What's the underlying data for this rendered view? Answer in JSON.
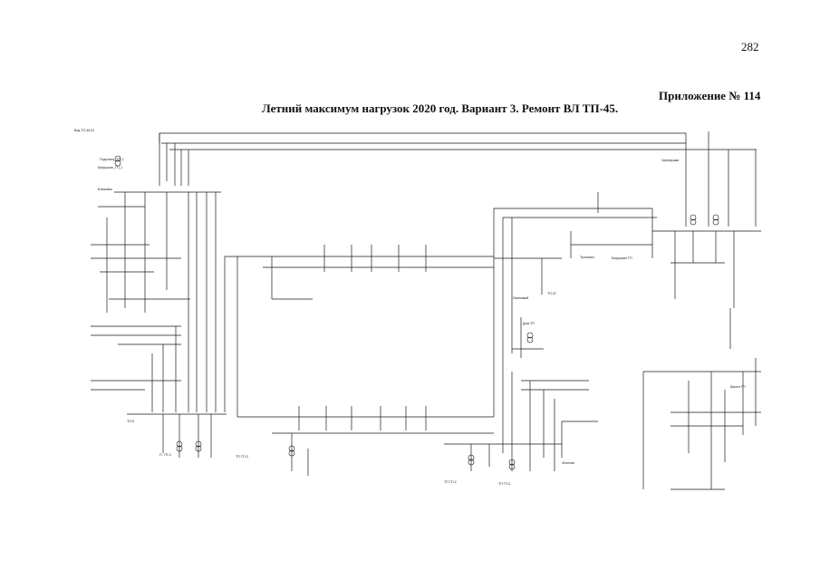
{
  "page": {
    "number": "282",
    "appendix": "Приложение № 114",
    "title": "Летний максимум нагрузок 2020 год. Вариант 3. Ремонт ВЛ ТП-45."
  },
  "diagram": {
    "line_color": "#1a1a1a",
    "labels": {
      "top_left": "Вхд ТП-45,51",
      "sub1": "Подстанц_ТП_1",
      "sub2": "Бахрушин_ТП_1",
      "left_bus": "Ближайш",
      "mid_bus": "ТП-5",
      "right_top": "Черемушки",
      "right_mid": "Тропинка",
      "right_low": "Бахрушин ТП",
      "bottom_tp1": "П. ТП-3",
      "bottom_tp2": "ТП ТП-3",
      "bottom_tp3": "ТП ТП-2",
      "bottom_tp4": "ТП ТП-1",
      "lower_right": "Зеленая",
      "center_lower": "Ламповый",
      "center_node": "Дом-ТП",
      "lower_node": "ТП-37",
      "far_right": "Шахта ТП"
    }
  }
}
